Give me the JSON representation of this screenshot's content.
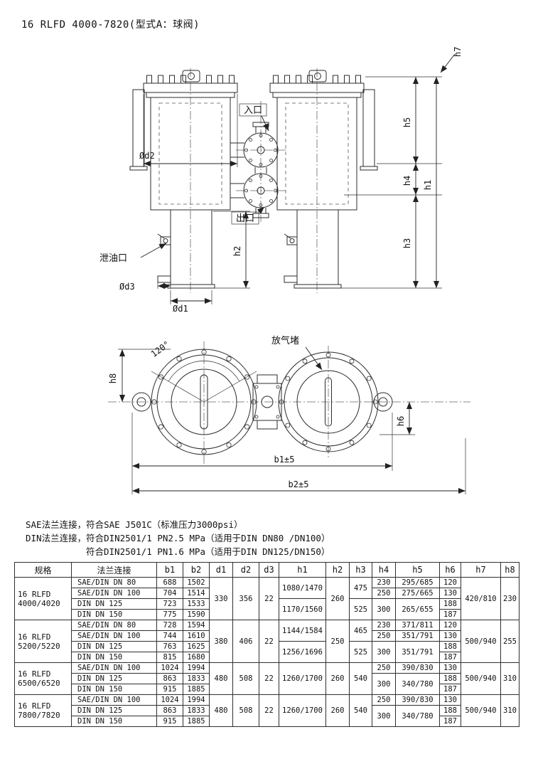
{
  "page": {
    "title": "16 RLFD 4000-7820(型式A：球阀)"
  },
  "drawing": {
    "front": {
      "inlet": "入口",
      "outlet": "出口",
      "drain_port": "泄油口",
      "d1_label": "Ød1",
      "d2_label": "Ød2",
      "d3_label": "Ød3",
      "h1_label": "h1",
      "h2_label": "h2",
      "h3_label": "h3",
      "h4_label": "h4",
      "h5_label": "h5",
      "h7_label": "h7"
    },
    "top": {
      "air_bleed": "放气堵",
      "angle_label": "120°",
      "h6_label": "h6",
      "h8_label": "h8",
      "b1_label": "b1±5",
      "b2_label": "b2±5"
    }
  },
  "notes": {
    "line1": "SAE法兰连接，符合SAE J501C（标准压力3000psi）",
    "line2": "DIN法兰连接，符合DIN2501/1 PN2.5 MPa（适用于DIN DN80 /DN100）",
    "line3": "符合DIN2501/1 PN1.6 MPa（适用于DIN DN125/DN150）"
  },
  "table": {
    "headers": {
      "spec": "规格",
      "flange": "法兰连接",
      "b1": "b1",
      "b2": "b2",
      "d1": "d1",
      "d2": "d2",
      "d3": "d3",
      "h1": "h1",
      "h2": "h2",
      "h3": "h3",
      "h4": "h4",
      "h5": "h5",
      "h6": "h6",
      "h7": "h7",
      "h8": "h8"
    },
    "groups": [
      {
        "spec": "16 RLFD\n4000/4020",
        "d1": "330",
        "d2": "356",
        "d3": "22",
        "h2": "260",
        "h7": "420/810",
        "h8": "230",
        "rows": [
          {
            "flange": "SAE/DIN DN 80",
            "b1": "688",
            "b2": "1502",
            "h1": "1080/1470",
            "h3": "475",
            "h4": "230",
            "h5": "295/685",
            "h6": "120"
          },
          {
            "flange": "SAE/DIN DN 100",
            "b1": "704",
            "b2": "1514",
            "h4": "250",
            "h5": "275/665",
            "h6": "130"
          },
          {
            "flange": "DIN DN 125",
            "b1": "723",
            "b2": "1533",
            "h1": "1170/1560",
            "h3": "525",
            "h4": "300",
            "h5": "265/655",
            "h6": "188"
          },
          {
            "flange": "DIN DN 150",
            "b1": "775",
            "b2": "1590",
            "h6": "187"
          }
        ]
      },
      {
        "spec": "16 RLFD\n5200/5220",
        "d1": "380",
        "d2": "406",
        "d3": "22",
        "h2": "250",
        "h7": "500/940",
        "h8": "255",
        "rows": [
          {
            "flange": "SAE/DIN DN 80",
            "b1": "728",
            "b2": "1594",
            "h1": "1144/1584",
            "h3": "465",
            "h4": "230",
            "h5": "371/811",
            "h6": "120"
          },
          {
            "flange": "SAE/DIN DN 100",
            "b1": "744",
            "b2": "1610",
            "h4": "250",
            "h5": "351/791",
            "h6": "130"
          },
          {
            "flange": "DIN DN 125",
            "b1": "763",
            "b2": "1625",
            "h1": "1256/1696",
            "h3": "525",
            "h4": "300",
            "h5": "351/791",
            "h6": "188"
          },
          {
            "flange": "DIN DN 150",
            "b1": "815",
            "b2": "1680",
            "h6": "187"
          }
        ]
      },
      {
        "spec": "16 RLFD\n6500/6520",
        "d1": "480",
        "d2": "508",
        "d3": "22",
        "h1": "1260/1700",
        "h2": "260",
        "h3": "540",
        "h7": "500/940",
        "h8": "310",
        "rows": [
          {
            "flange": "SAE/DIN DN 100",
            "b1": "1024",
            "b2": "1994",
            "h4": "250",
            "h5": "390/830",
            "h6": "130"
          },
          {
            "flange": "DIN DN 125",
            "b1": "863",
            "b2": "1833",
            "h4": "300",
            "h5": "340/780",
            "h6": "188"
          },
          {
            "flange": "DIN DN 150",
            "b1": "915",
            "b2": "1885",
            "h6": "187"
          }
        ]
      },
      {
        "spec": "16 RLFD\n7800/7820",
        "d1": "480",
        "d2": "508",
        "d3": "22",
        "h1": "1260/1700",
        "h2": "260",
        "h3": "540",
        "h7": "500/940",
        "h8": "310",
        "rows": [
          {
            "flange": "SAE/DIN DN 100",
            "b1": "1024",
            "b2": "1994",
            "h4": "250",
            "h5": "390/830",
            "h6": "130"
          },
          {
            "flange": "DIN DN 125",
            "b1": "863",
            "b2": "1833",
            "h4": "300",
            "h5": "340/780",
            "h6": "188"
          },
          {
            "flange": "DIN DN 150",
            "b1": "915",
            "b2": "1885",
            "h6": "187"
          }
        ]
      }
    ]
  }
}
